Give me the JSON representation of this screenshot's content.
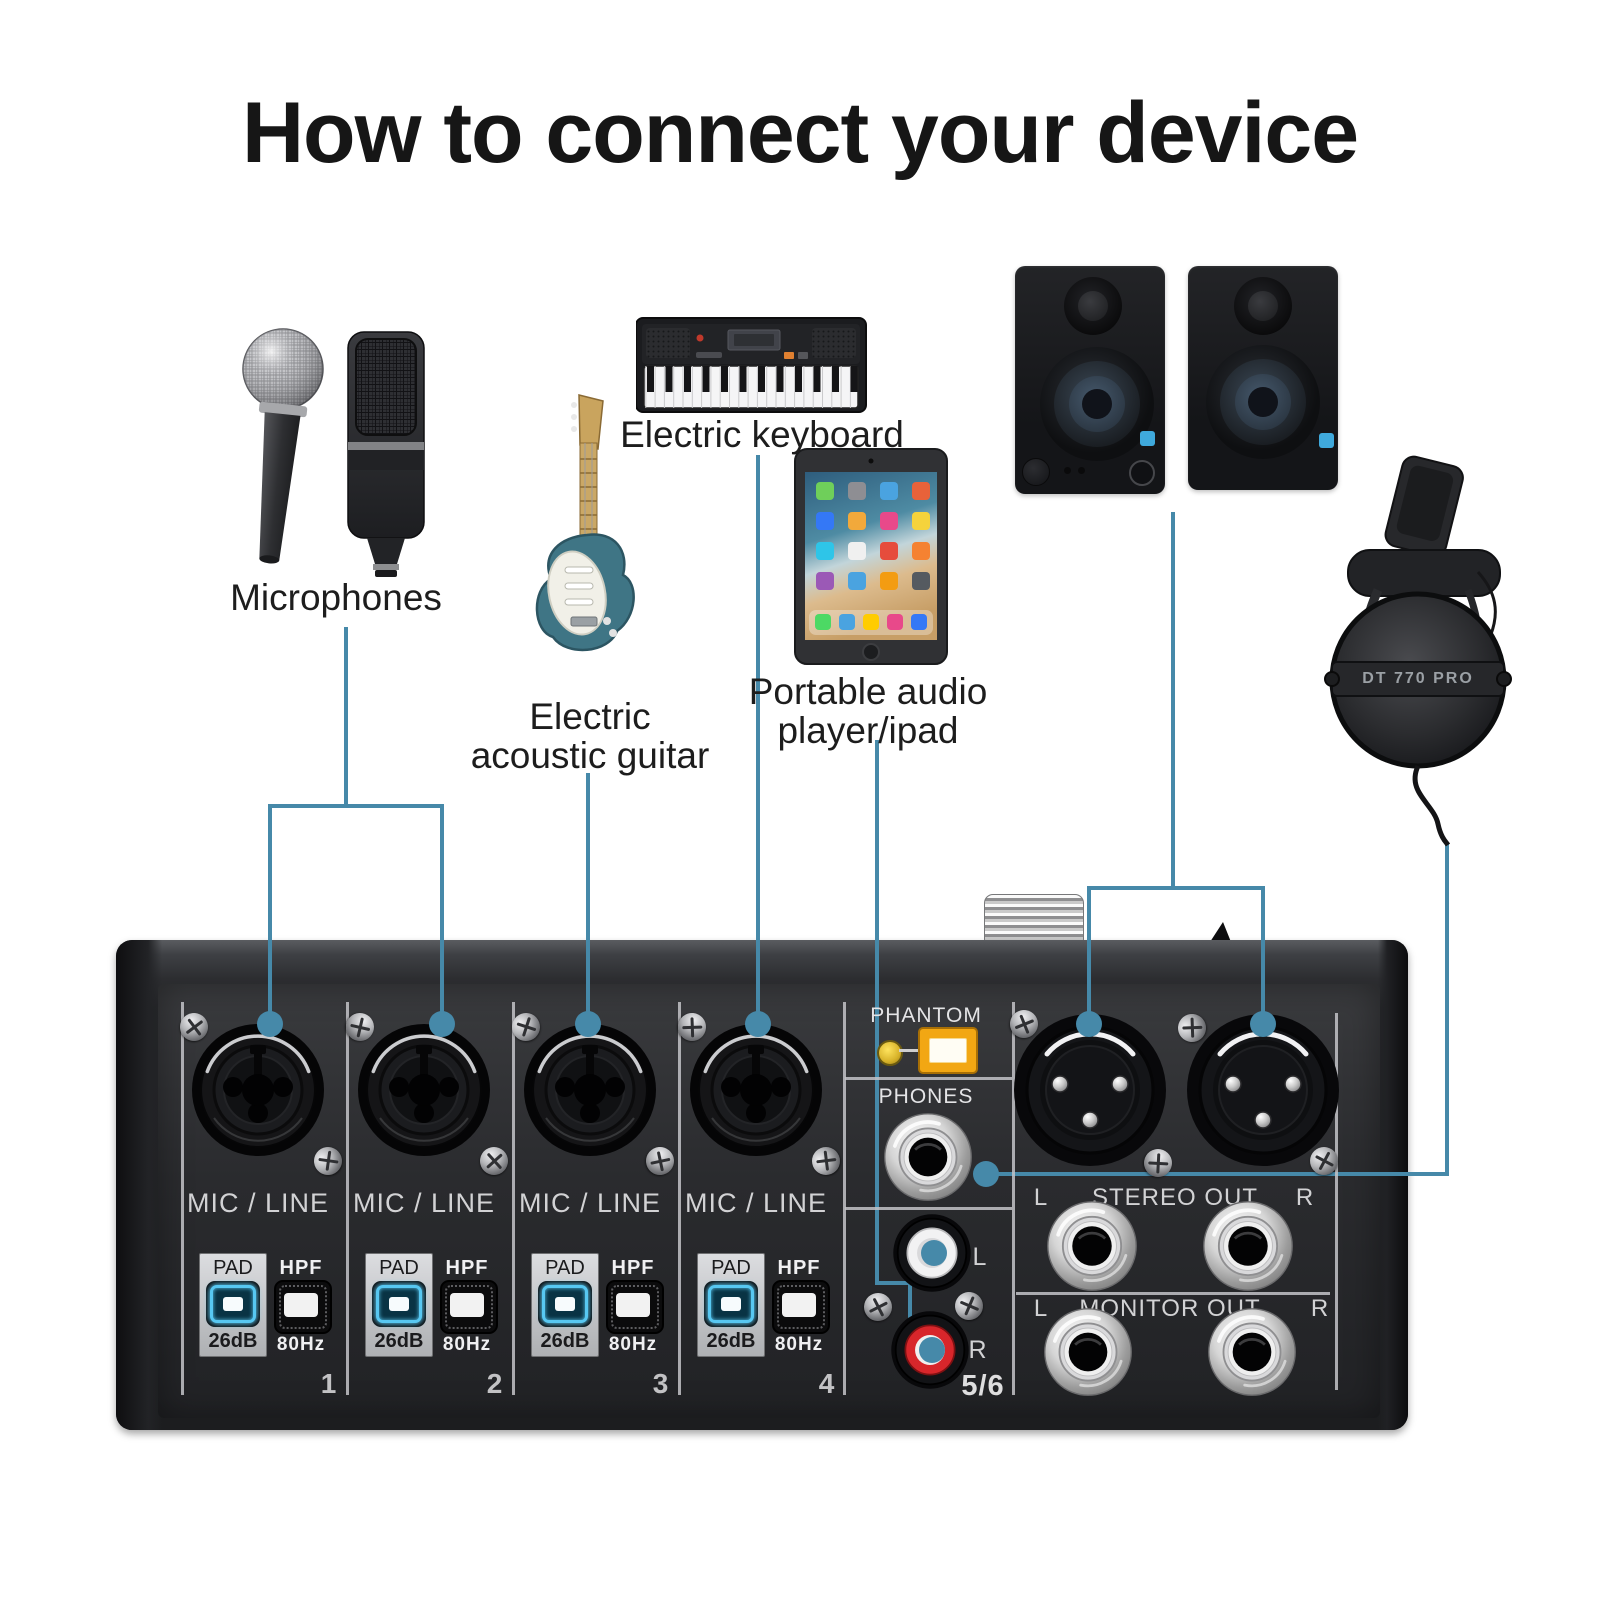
{
  "title": "How to connect your device",
  "devices": {
    "microphones_label": "Microphones",
    "keyboard_label": "Electric keyboard",
    "guitar_label_line1": "Electric",
    "guitar_label_line2": "acoustic guitar",
    "player_label_line1": "Portable audio",
    "player_label_line2": "player/ipad",
    "headphones_badge": "DT 770 PRO"
  },
  "mixer": {
    "phantom_label": "PHANTOM",
    "phones_label": "PHONES",
    "channels": [
      {
        "number": "1",
        "input_label": "MIC / LINE",
        "pad_label": "PAD",
        "pad_value": "26dB",
        "hpf_label": "HPF",
        "hpf_value": "80Hz"
      },
      {
        "number": "2",
        "input_label": "MIC / LINE",
        "pad_label": "PAD",
        "pad_value": "26dB",
        "hpf_label": "HPF",
        "hpf_value": "80Hz"
      },
      {
        "number": "3",
        "input_label": "MIC / LINE",
        "pad_label": "PAD",
        "pad_value": "26dB",
        "hpf_label": "HPF",
        "hpf_value": "80Hz"
      },
      {
        "number": "4",
        "input_label": "MIC / LINE",
        "pad_label": "PAD",
        "pad_value": "26dB",
        "hpf_label": "HPF",
        "hpf_value": "80Hz"
      }
    ],
    "aux": {
      "left": "L",
      "right": "R",
      "number": "5/6"
    },
    "stereo_out": {
      "left": "L",
      "title": "STEREO OUT",
      "right": "R"
    },
    "monitor_out": {
      "left": "L",
      "title": "MONITOR OUT",
      "right": "R"
    }
  },
  "colors": {
    "connector_line": "#4689a9",
    "pad_glow": "#57c8f2",
    "phantom_button": "#f2a713",
    "rca_white": "#f2f2f3",
    "rca_red": "#d8262b"
  }
}
